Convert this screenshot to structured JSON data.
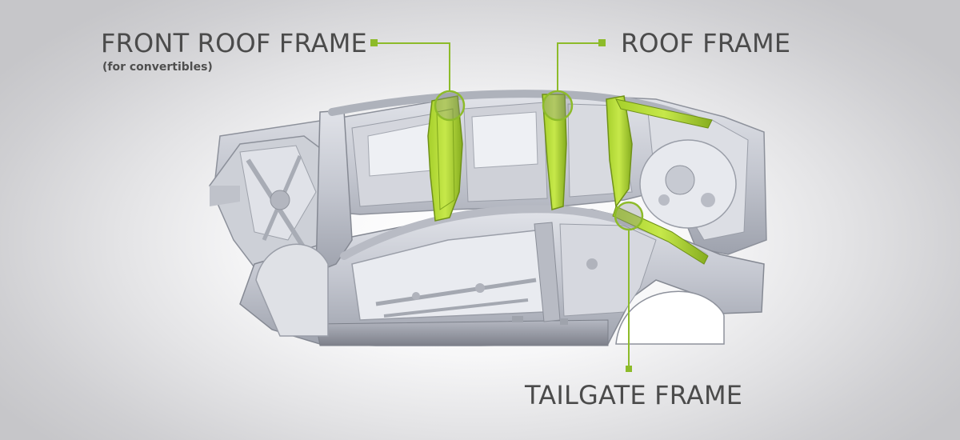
{
  "labels": {
    "front_roof_frame": "FRONT ROOF FRAME",
    "front_roof_frame_note": "(for convertibles)",
    "roof_frame": "ROOF FRAME",
    "tailgate_frame": "TAILGATE FRAME"
  },
  "colors": {
    "accent_green": "#8dbb2a",
    "label_text": "#4b4b4b",
    "body_metal": "#c9ccd4",
    "background": "#ffffff"
  }
}
